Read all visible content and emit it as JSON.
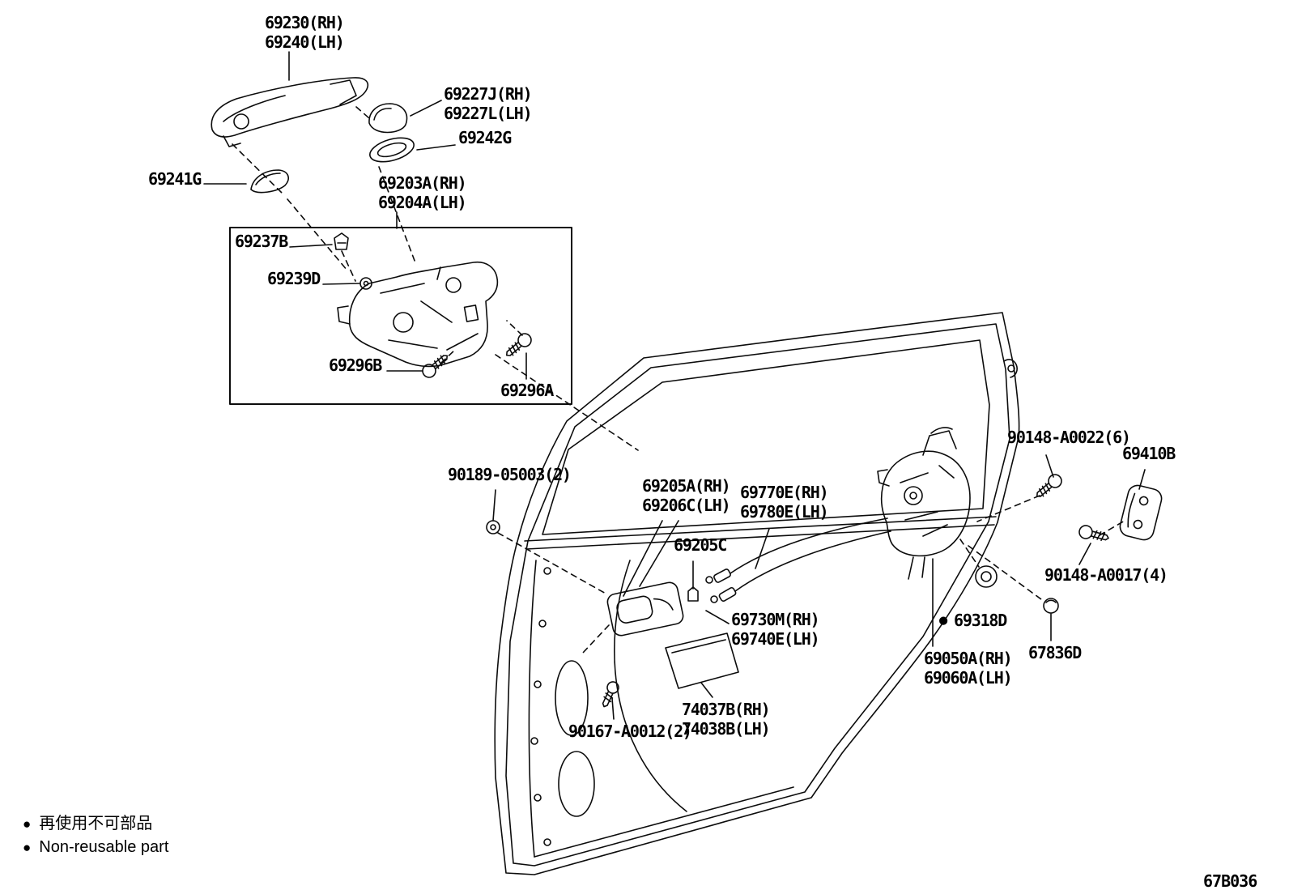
{
  "page": {
    "background": "#ffffff",
    "line_color": "#0c0c0c",
    "drawing_code": "67B036"
  },
  "legend": {
    "bullet": "●",
    "jp": "再使用不可部品",
    "en": "Non-reusable part"
  },
  "labels": {
    "p69230": "69230(RH)",
    "p69240": "69240(LH)",
    "p69227j": "69227J(RH)",
    "p69227l": "69227L(LH)",
    "p69242g": "69242G",
    "p69241g": "69241G",
    "p69203a": "69203A(RH)",
    "p69204a": "69204A(LH)",
    "p69237b": "69237B",
    "p69239d": "69239D",
    "p69296b": "69296B",
    "p69296a": "69296A",
    "p90189": "90189-05003(2)",
    "p69205a": "69205A(RH)",
    "p69206c": "69206C(LH)",
    "p69770e": "69770E(RH)",
    "p69780e": "69780E(LH)",
    "p69205c": "69205C",
    "p90148a0022": "90148-A0022(6)",
    "p69410b": "69410B",
    "p90148a0017": "90148-A0017(4)",
    "p69318d": "69318D",
    "p67836d": "67836D",
    "p69050a": "69050A(RH)",
    "p69060a": "69060A(LH)",
    "p69730m": "69730M(RH)",
    "p69740e": "69740E(LH)",
    "p74037b": "74037B(RH)",
    "p74038b": "74038B(LH)",
    "p90167": "90167-A0012(2)"
  }
}
